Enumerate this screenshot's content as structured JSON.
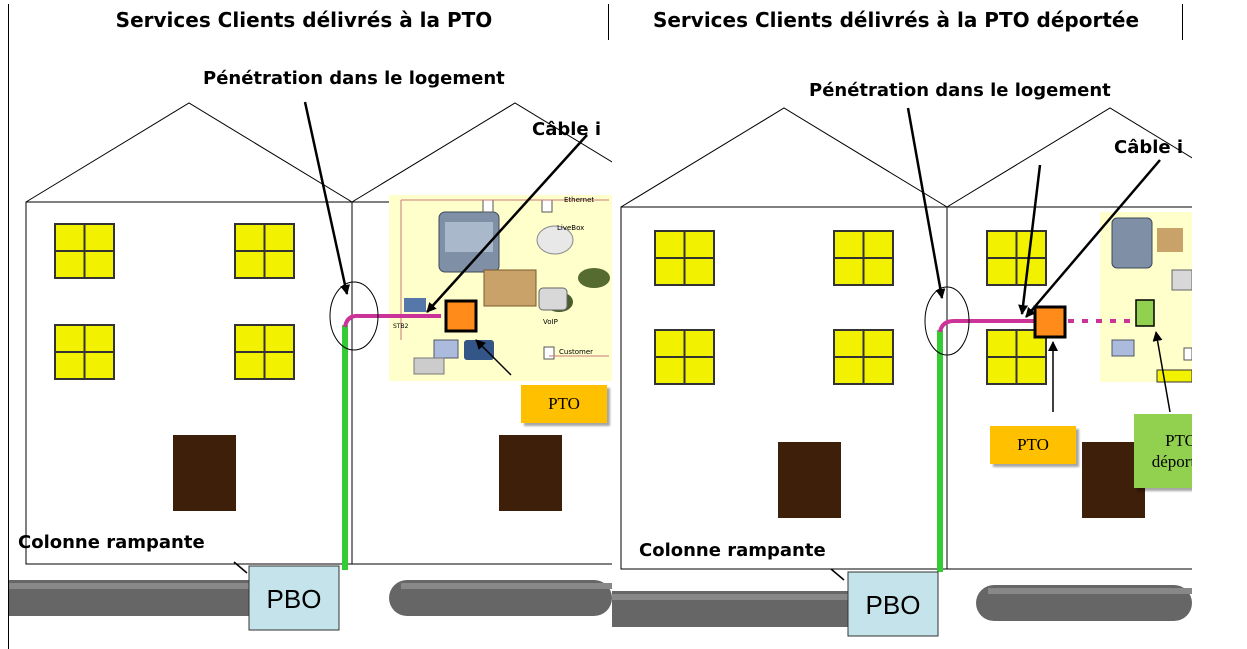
{
  "left_panel": {
    "title": "Services Clients délivrés à la PTO",
    "label_penetration": "Pénétration dans le logement",
    "label_cable": "Câble i",
    "label_colonne": "Colonne rampante",
    "label_pbo": "PBO",
    "tag_pto": "PTO",
    "equip_labels": [
      "Ethernet",
      "LiveBox",
      "VoIP",
      "Customer",
      "STB2"
    ]
  },
  "right_panel": {
    "title": "Services Clients délivrés à la PTO déportée",
    "label_penetration": "Pénétration dans le logement",
    "label_cable": "Câble i",
    "label_colonne": "Colonne rampante",
    "label_pbo": "PBO",
    "tag_pto": "PTO",
    "tag_pto_deportee_1": "PTO",
    "tag_pto_deportee_2": "déportée"
  },
  "colors": {
    "fiber_green": "#33cc33",
    "fiber_magenta": "#cc3399",
    "window_yellow": "#f2f200",
    "door_brown": "#3d1f0a",
    "pto_orange": "#ff8c1a",
    "tag_yellow": "#ffc000",
    "tag_green": "#92d050",
    "pbo_box": "#c5e3ea",
    "pipe_gray": "#666666",
    "equip_bg": "#ffffcc"
  }
}
